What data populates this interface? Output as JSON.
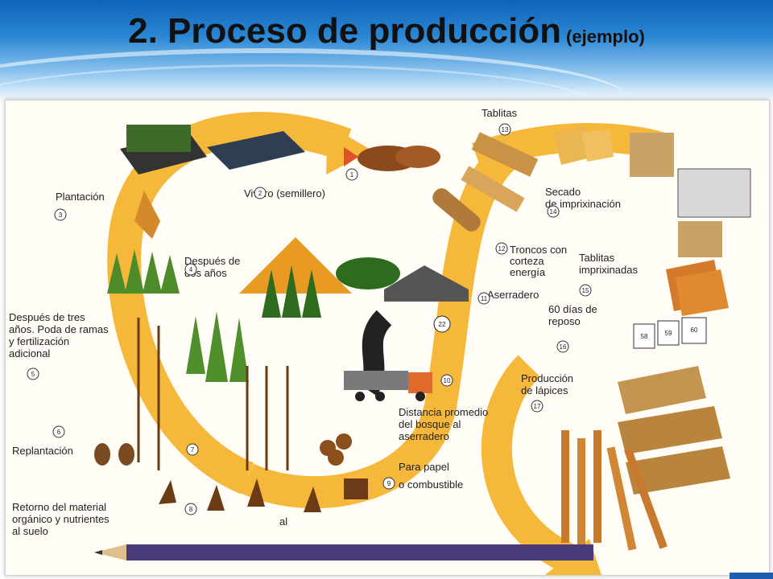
{
  "slide": {
    "title_main": "2. Proceso de producción",
    "title_sub": "(ejemplo)"
  },
  "figure": {
    "labels": {
      "tablitas": "Tablitas",
      "secado_1": "Secado",
      "secado_2": "de imprixinación",
      "tablitas_impr_1": "Tablitas",
      "tablitas_impr_2": "imprixinadas",
      "reposo_1": "60 días de",
      "reposo_2": "reposo",
      "produccion_1": "Producción",
      "produccion_2": "de lápices",
      "plantacion": "Plantación",
      "vivero": "Vivero (semillero)",
      "despues_dos_1": "Después de",
      "despues_dos_2": "dos años",
      "troncos_1": "Troncos con",
      "troncos_2": "corteza",
      "troncos_3": "energía",
      "aserradero": "Aserradero",
      "despues_tres_1": "Después de tres",
      "despues_tres_2": "años. Poda de ramas",
      "despues_tres_3": "y fertilización",
      "despues_tres_4": "adicional",
      "distancia_1": "Distancia promedio",
      "distancia_2": "del bosque al",
      "distancia_3": "aserradero",
      "replantacion": "Replantación",
      "papel_1": "Para papel",
      "papel_2": "o combustible",
      "retorno_1": "Retorno del material",
      "retorno_2": "orgánico y nutrientes",
      "retorno_3": "al suelo",
      "al": "al"
    },
    "step_numbers": {
      "n1": "1",
      "n2": "2",
      "n3": "3",
      "n4": "4",
      "n5": "5",
      "n6": "6",
      "n7": "7",
      "n8": "8",
      "n9": "9",
      "n10": "10",
      "n11": "11",
      "n12": "12",
      "n13": "13",
      "n14": "14",
      "n15": "15",
      "n16": "16",
      "n17": "17"
    },
    "sign_values": {
      "s1": "58",
      "s2": "59",
      "s3": "60"
    },
    "road_sign": "22"
  }
}
